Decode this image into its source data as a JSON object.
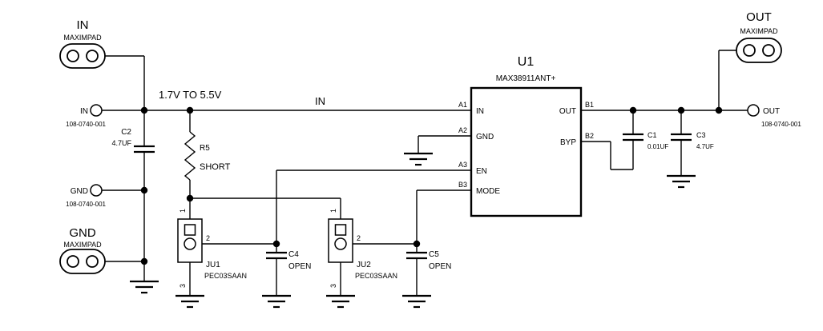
{
  "colors": {
    "line": "#000000",
    "background": "#ffffff"
  },
  "pads": {
    "in": {
      "title": "IN",
      "subtitle": "MAXIMPAD"
    },
    "gnd": {
      "title": "GND",
      "subtitle": "MAXIMPAD"
    },
    "out": {
      "title": "OUT",
      "subtitle": "MAXIMPAD"
    }
  },
  "terminals": {
    "in": {
      "label": "IN",
      "part": "108-0740-001"
    },
    "gnd": {
      "label": "GND",
      "part": "108-0740-001"
    },
    "out": {
      "label": "OUT",
      "part": "108-0740-001"
    }
  },
  "nets": {
    "voltage_range": "1.7V TO 5.5V",
    "in_label": "IN"
  },
  "components": {
    "u1": {
      "ref": "U1",
      "part": "MAX38911ANT+",
      "pins": {
        "a1": {
          "num": "A1",
          "name": "IN"
        },
        "a2": {
          "num": "A2",
          "name": "GND"
        },
        "a3": {
          "num": "A3",
          "name": "EN"
        },
        "b3": {
          "num": "B3",
          "name": "MODE"
        },
        "b1": {
          "num": "B1",
          "name": "OUT"
        },
        "b2": {
          "num": "B2",
          "name": "BYP"
        }
      }
    },
    "r5": {
      "ref": "R5",
      "value": "SHORT"
    },
    "c1": {
      "ref": "C1",
      "value": "0.01UF"
    },
    "c2": {
      "ref": "C2",
      "value": "4.7UF"
    },
    "c3": {
      "ref": "C3",
      "value": "4.7UF"
    },
    "c4": {
      "ref": "C4",
      "value": "OPEN"
    },
    "c5": {
      "ref": "C5",
      "value": "OPEN"
    },
    "ju1": {
      "ref": "JU1",
      "value": "PEC03SAAN",
      "pin1": "1",
      "pin2": "2",
      "pin3": "3"
    },
    "ju2": {
      "ref": "JU2",
      "value": "PEC03SAAN",
      "pin1": "1",
      "pin2": "2",
      "pin3": "3"
    }
  }
}
